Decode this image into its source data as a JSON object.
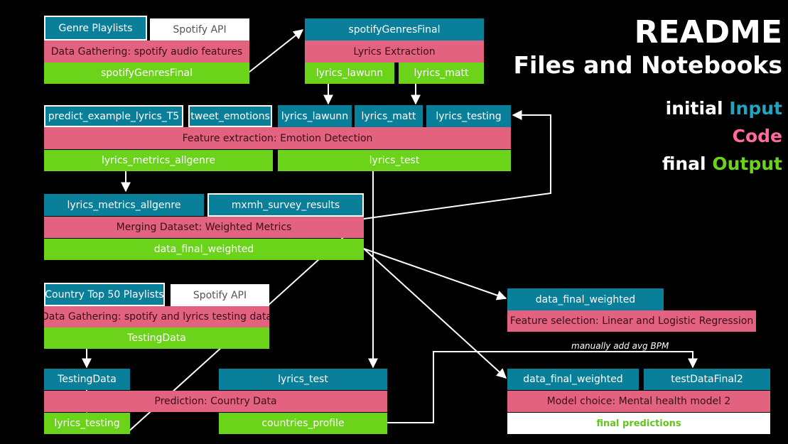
{
  "title": {
    "main": "README",
    "sub": "Files and Notebooks"
  },
  "legend": {
    "input_prefix": "initial",
    "input_word": "Input",
    "code_word": "Code",
    "output_prefix": "final",
    "output_word": "Output",
    "colors": {
      "input": "#0a7f9a",
      "code": "#e2627f",
      "output": "#6ad31a"
    }
  },
  "annotation": "manually add avg BPM",
  "boxes": {
    "genre_playlists": "Genre Playlists",
    "spotify_api_1": "Spotify API",
    "data_gathering_1": "Data Gathering: spotify audio features",
    "spotify_genres_final_out": "spotifyGenresFinal",
    "spotify_genres_final_in": "spotifyGenresFinal",
    "lyrics_extraction": "Lyrics Extraction",
    "lyrics_lawunn_out": "lyrics_lawunn",
    "lyrics_matt_out": "lyrics_matt",
    "predict_example": "predict_example_lyrics_T5",
    "tweet_emotions": "tweet_emotions",
    "lyrics_lawunn_in": "lyrics_lawunn",
    "lyrics_matt_in": "lyrics_matt",
    "lyrics_testing_in": "lyrics_testing",
    "feature_extraction": "Feature extraction: Emotion Detection",
    "lyrics_metrics_out": "lyrics_metrics_allgenre",
    "lyrics_test_out": "lyrics_test",
    "lyrics_metrics_in": "lyrics_metrics_allgenre",
    "mxmh_survey": "mxmh_survey_results",
    "merging": "Merging Dataset: Weighted Metrics",
    "data_final_weighted_out": "data_final_weighted",
    "country_top50": "Country Top 50 Playlists",
    "spotify_api_2": "Spotify API",
    "data_gathering_2": "Data Gathering: spotify and lyrics testing data",
    "testing_data_out": "TestingData",
    "testing_data_in": "TestingData",
    "lyrics_test_in": "lyrics_test",
    "prediction_country": "Prediction: Country Data",
    "lyrics_testing_out": "lyrics_testing",
    "countries_profile": "countries_profile",
    "dfw_in_1": "data_final_weighted",
    "feature_selection": "Feature selection: Linear and Logistic Regression",
    "dfw_in_2": "data_final_weighted",
    "test_data_final2": "testDataFinal2",
    "model_choice": "Model choice: Mental health model 2",
    "final_predictions": "final predictions"
  }
}
